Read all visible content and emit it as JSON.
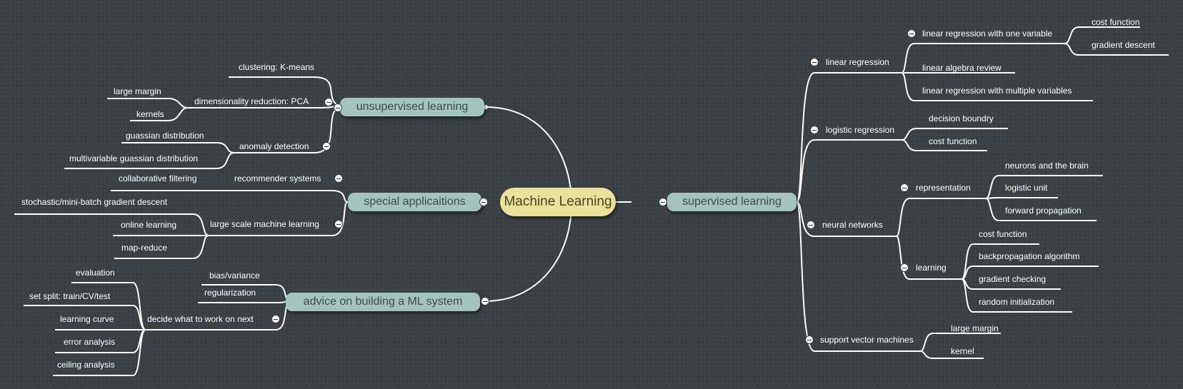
{
  "root": {
    "label": "Machine Learning"
  },
  "branches": {
    "unsupervised": {
      "label": "unsupervised learning"
    },
    "special": {
      "label": "special applicaitions"
    },
    "advice": {
      "label": "advice on building a ML system"
    },
    "supervised": {
      "label": "supervised learning"
    }
  },
  "unsupervised": {
    "clustering": "clustering: K-means",
    "pca": "dimensionality reduction: PCA",
    "large_margin": "large margin",
    "kernels": "kernels",
    "anomaly": "anomaly detection",
    "guassian": "guassian distribution",
    "multivariable": "multivariable guassian distribution"
  },
  "special": {
    "recommender": "recommender systems",
    "collaborative": "collaborative filtering",
    "large_scale": "large scale machine learning",
    "stochastic": "stochastic/mini-batch gradient descent",
    "online": "online learning",
    "map_reduce": "map-reduce"
  },
  "advice": {
    "bias": "bias/variance",
    "regularization": "regularization",
    "decide": "decide what to work on next",
    "evaluation": "evaluation",
    "set_split": "set split: train/CV/test",
    "learning_curve": "learning curve",
    "error_analysis": "error analysis",
    "ceiling_analysis": "ceiling analysis"
  },
  "supervised": {
    "linear_regression": "linear regression",
    "lr_one_var": "linear regression with one variable",
    "cost_function": "cost function",
    "gradient_descent": "gradient descent",
    "linear_algebra": "linear algebra review",
    "lr_multi_var": "linear regression with multiple variables",
    "logistic_regression": "logistic regression",
    "decision_boundry": "decision boundry",
    "logistic_cost": "cost function",
    "neural_networks": "neural networks",
    "representation": "representation",
    "neurons_brain": "neurons and the brain",
    "logistic_unit": "logistic unit",
    "forward_prop": "forward propagation",
    "learning": "learning",
    "nn_cost": "cost function",
    "backprop": "backpropagation algorithm",
    "grad_check": "gradient checking",
    "random_init": "random initialization",
    "svm": "support vector machines",
    "svm_large_margin": "large margin",
    "svm_kernel": "kernel"
  },
  "colors": {
    "background": "#3a4044",
    "central": "#ebe29a",
    "branch": "#a3c4bd",
    "line": "#ffffff"
  }
}
